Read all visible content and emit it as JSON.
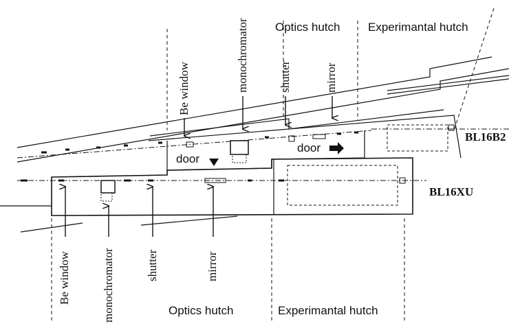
{
  "upper_line": {
    "name": "BL16B2",
    "labels": {
      "be_window": "Be window",
      "monochromator": "monochromator",
      "shutter": "shutter",
      "mirror": "mirror",
      "optics_hutch": "Optics hutch",
      "experimental_hutch": "Experimantal hutch",
      "door_left": "door",
      "door_right": "door"
    }
  },
  "lower_line": {
    "name": "BL16XU",
    "labels": {
      "be_window": "Be window",
      "monochromator": "monochromator",
      "shutter": "shutter",
      "mirror": "mirror",
      "optics_hutch": "Optics hutch",
      "experimental_hutch": "Experimantal hutch"
    }
  },
  "colors": {
    "ink": "#111111",
    "background": "#ffffff"
  }
}
